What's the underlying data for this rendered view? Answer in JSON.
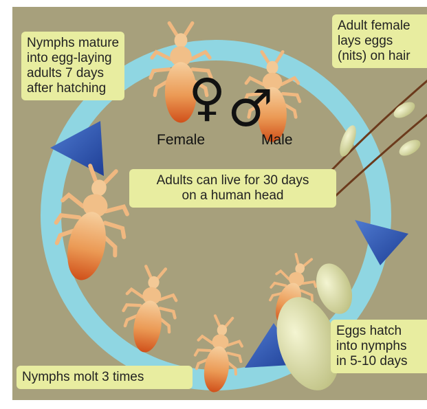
{
  "colors": {
    "background": "#a7a07c",
    "label_fill": "#e8eda0",
    "ring": "#8fd6e2",
    "arrow": "#2e54b0",
    "louse_light": "#f4c48e",
    "louse_dark": "#d45a1c",
    "egg": "#e0e2b0",
    "hair": "#6b3a1c"
  },
  "labels": {
    "nymphs_mature": [
      "Nymphs mature",
      "into egg-laying",
      "adults 7 days",
      "after hatching"
    ],
    "adult_female": [
      "Adult female",
      "lays eggs",
      "(nits) on hair"
    ],
    "adults_live": [
      "Adults can live for 30 days",
      "on a human head"
    ],
    "eggs_hatch": [
      "Eggs hatch",
      "into nymphs",
      "in 5-10 days"
    ],
    "nymphs_molt": "Nymphs molt 3 times",
    "female": "Female",
    "male": "Male"
  },
  "symbols": {
    "female": "♀",
    "male": "♂"
  },
  "icons": [
    "female-louse",
    "male-louse",
    "nymph-louse",
    "louse-egg",
    "hair-strand",
    "cycle-arrow"
  ]
}
